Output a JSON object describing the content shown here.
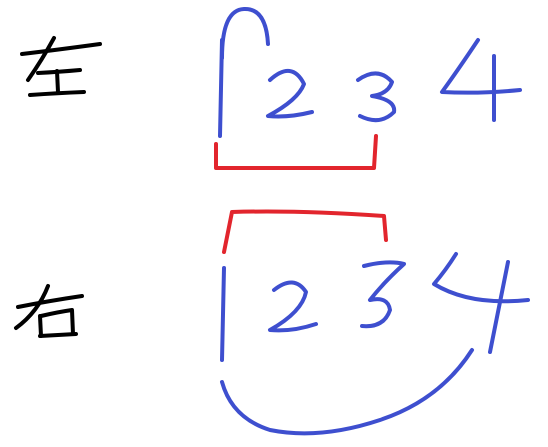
{
  "colors": {
    "background": "#ffffff",
    "label_ink": "#000000",
    "digit_ink": "#3e4fcf",
    "bracket_ink": "#e2252d"
  },
  "rows": [
    {
      "label": "左",
      "digits": [
        "1",
        "2",
        "3",
        "4"
      ],
      "top_loop": "1",
      "bottom_bracket": [
        "1",
        "3"
      ]
    },
    {
      "label": "右",
      "digits": [
        "1",
        "2",
        "3",
        "4"
      ],
      "top_bracket": [
        "1",
        "3"
      ],
      "bottom_loop": [
        "1",
        "4"
      ]
    }
  ]
}
